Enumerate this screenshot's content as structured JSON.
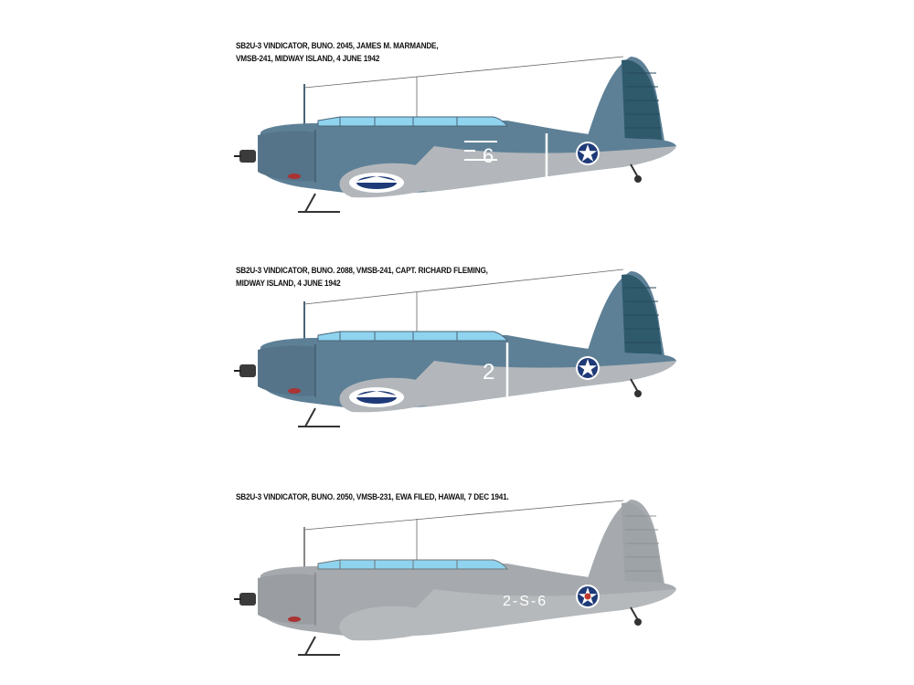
{
  "profiles": [
    {
      "caption_line1": "SB2U-3 VINDICATOR, BUNO. 2045, JAMES M. MARMANDE,",
      "caption_line2": "VMSB-241, MIDWAY ISLAND, 4 JUNE 1942",
      "aircraft_number": "6",
      "scheme": "blue-gray over light gray",
      "colors": {
        "upper": "#5e8096",
        "lower": "#b3b7bb",
        "tail_rudder": "#2f5a6c",
        "canopy": "#8fd3ef"
      }
    },
    {
      "caption_line1": "SB2U-3 VINDICATOR, BUNO. 2088, VMSB-241, CAPT. RICHARD FLEMING,",
      "caption_line2": "MIDWAY ISLAND, 4 JUNE 1942",
      "aircraft_number": "2",
      "scheme": "blue-gray over light gray",
      "colors": {
        "upper": "#5e8096",
        "lower": "#b3b7bb",
        "tail_rudder": "#2f5a6c",
        "canopy": "#8fd3ef"
      }
    },
    {
      "caption_line1": "SB2U-3 VINDICATOR, BUNO. 2050, VMSB-231, EWA FILED, HAWAII, 7 DEC 1941.",
      "caption_line2": "",
      "aircraft_number": "2-S-6",
      "scheme": "overall light gray",
      "colors": {
        "upper": "#a6aaae",
        "lower": "#b6b9bc",
        "tail_rudder": "#9ea3a7",
        "canopy": "#8fd3ef"
      }
    }
  ],
  "insignia": {
    "star": "#ffffff",
    "roundel": "#1f3a78",
    "center_red": "#c0392b"
  }
}
